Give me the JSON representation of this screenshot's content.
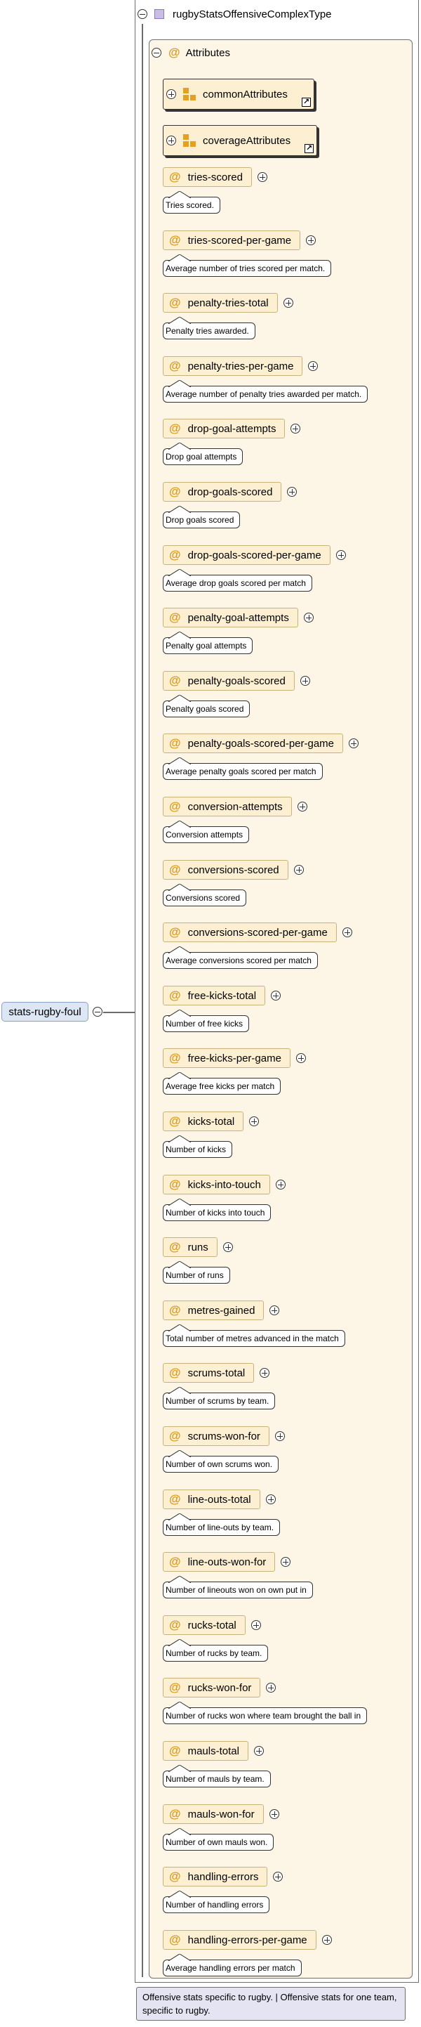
{
  "root_element": "stats-rugby-foul",
  "complex_type": "rugbyStatsOffensiveComplexType",
  "attributes_label": "Attributes",
  "groups": [
    {
      "name": "commonAttributes"
    },
    {
      "name": "coverageAttributes"
    }
  ],
  "attributes": [
    {
      "name": "tries-scored",
      "doc": "Tries scored."
    },
    {
      "name": "tries-scored-per-game",
      "doc": "Average number of tries scored per match."
    },
    {
      "name": "penalty-tries-total",
      "doc": "Penalty tries awarded."
    },
    {
      "name": "penalty-tries-per-game",
      "doc": "Average number of penalty tries awarded per match."
    },
    {
      "name": "drop-goal-attempts",
      "doc": "Drop goal attempts"
    },
    {
      "name": "drop-goals-scored",
      "doc": "Drop goals scored"
    },
    {
      "name": "drop-goals-scored-per-game",
      "doc": "Average drop goals scored per match"
    },
    {
      "name": "penalty-goal-attempts",
      "doc": "Penalty goal attempts"
    },
    {
      "name": "penalty-goals-scored",
      "doc": "Penalty goals scored"
    },
    {
      "name": "penalty-goals-scored-per-game",
      "doc": "Average penalty goals scored per match"
    },
    {
      "name": "conversion-attempts",
      "doc": "Conversion attempts"
    },
    {
      "name": "conversions-scored",
      "doc": "Conversions scored"
    },
    {
      "name": "conversions-scored-per-game",
      "doc": "Average conversions scored per match"
    },
    {
      "name": "free-kicks-total",
      "doc": "Number of free kicks"
    },
    {
      "name": "free-kicks-per-game",
      "doc": "Average free kicks per match"
    },
    {
      "name": "kicks-total",
      "doc": "Number of kicks"
    },
    {
      "name": "kicks-into-touch",
      "doc": "Number of kicks into touch"
    },
    {
      "name": "runs",
      "doc": "Number of runs"
    },
    {
      "name": "metres-gained",
      "doc": "Total number of metres advanced in the match"
    },
    {
      "name": "scrums-total",
      "doc": "Number of scrums by team."
    },
    {
      "name": "scrums-won-for",
      "doc": "Number of own scrums won."
    },
    {
      "name": "line-outs-total",
      "doc": "Number of line-outs by team."
    },
    {
      "name": "line-outs-won-for",
      "doc": "Number of lineouts won on own put in"
    },
    {
      "name": "rucks-total",
      "doc": "Number of rucks by team."
    },
    {
      "name": "rucks-won-for",
      "doc": "Number of rucks won where team brought the ball in"
    },
    {
      "name": "mauls-total",
      "doc": "Number of mauls by team."
    },
    {
      "name": "mauls-won-for",
      "doc": "Number of own mauls won."
    },
    {
      "name": "handling-errors",
      "doc": "Number of handling errors"
    },
    {
      "name": "handling-errors-per-game",
      "doc": "Average handling errors per match"
    }
  ],
  "type_documentation": "Offensive stats specific to rugby. | Offensive stats for one team, specific to rugby."
}
